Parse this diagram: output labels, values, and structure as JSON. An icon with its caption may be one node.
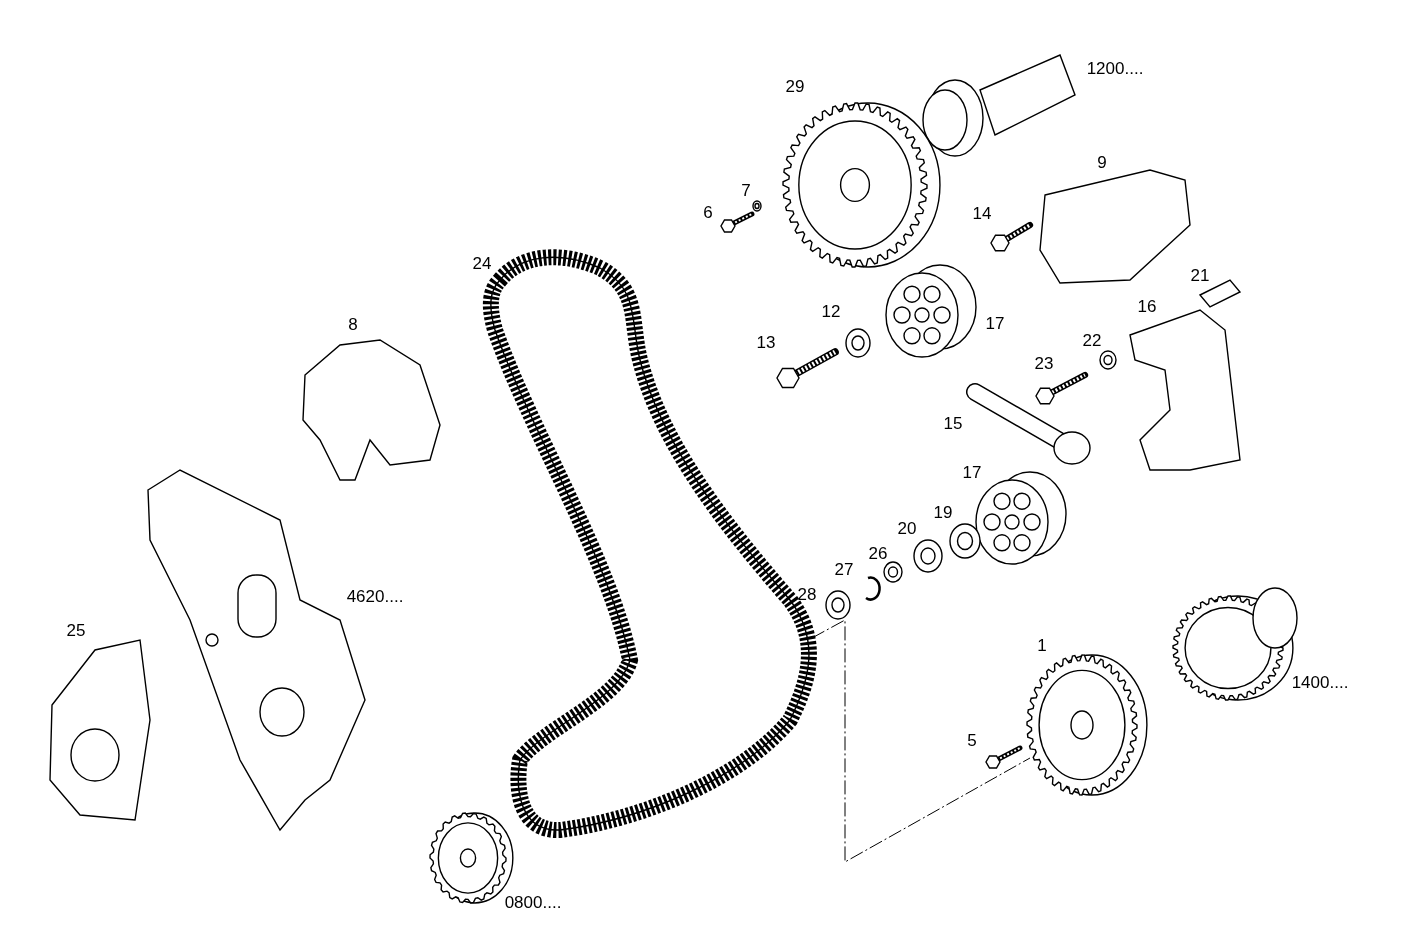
{
  "diagram": {
    "labels": [
      "1200....",
      "29",
      "9",
      "7",
      "6",
      "14",
      "24",
      "21",
      "12",
      "8",
      "17",
      "16",
      "13",
      "22",
      "23",
      "15",
      "17",
      "19",
      "20",
      "26",
      "27",
      "4620....",
      "28",
      "25",
      "1",
      "1400....",
      "5",
      "0800...."
    ]
  }
}
